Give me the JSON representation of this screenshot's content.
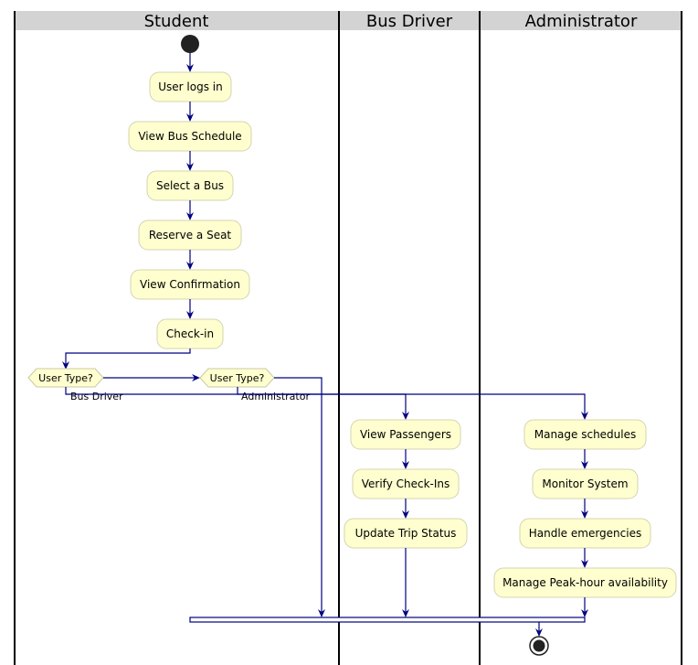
{
  "lanes": {
    "student": "Student",
    "bus_driver": "Bus Driver",
    "administrator": "Administrator"
  },
  "student": {
    "login": "User logs in",
    "view_schedule": "View Bus Schedule",
    "select_bus": "Select a Bus",
    "reserve_seat": "Reserve a Seat",
    "view_confirmation": "View Confirmation",
    "check_in": "Check-in"
  },
  "decisions": {
    "first": "User Type?",
    "first_branch": "Bus Driver",
    "second": "User Type?",
    "second_branch": "Administrator"
  },
  "bus_driver": {
    "view_passengers": "View Passengers",
    "verify_checkins": "Verify Check-Ins",
    "update_trip": "Update Trip Status"
  },
  "administrator": {
    "manage_schedules": "Manage schedules",
    "monitor_system": "Monitor System",
    "handle_emergencies": "Handle emergencies",
    "peak_hour": "Manage Peak-hour availability"
  },
  "colors": {
    "activity_fill": "#FEFECE",
    "flow": "#000080",
    "header_fill": "#D3D3D3"
  }
}
